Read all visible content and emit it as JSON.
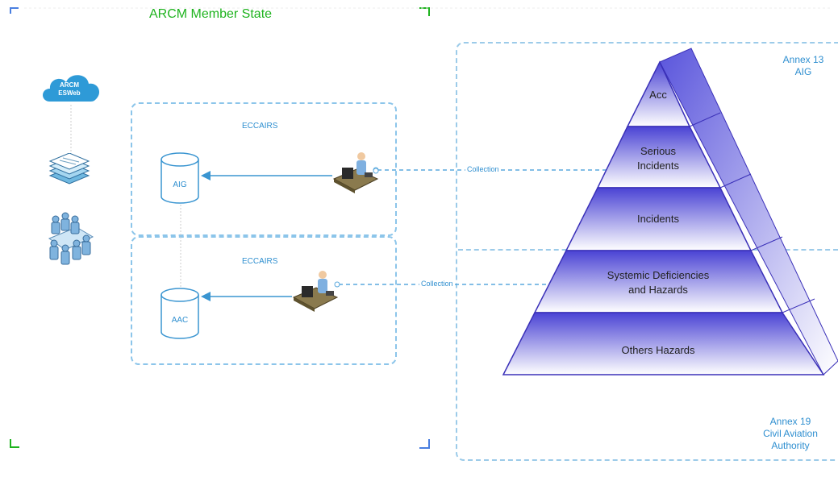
{
  "title": "ARCM Member State",
  "cloud": {
    "line1": "ARCM",
    "line2": "ESWeb"
  },
  "boxes": [
    {
      "label": "ECCAIRS",
      "db_label": "AIG"
    },
    {
      "label": "ECCAIRS",
      "db_label": "AAC"
    }
  ],
  "connections": [
    {
      "label": "Collection"
    },
    {
      "label": "Collection"
    }
  ],
  "pyramid": {
    "levels": [
      {
        "line1": "Acc",
        "line2": ""
      },
      {
        "line1": "Serious",
        "line2": "Incidents"
      },
      {
        "line1": "Incidents",
        "line2": ""
      },
      {
        "line1": "Systemic Deficiencies",
        "line2": "and Hazards"
      },
      {
        "line1": "Others Hazards",
        "line2": ""
      }
    ]
  },
  "annex13": {
    "line1": "Annex 13",
    "line2": "AIG"
  },
  "annex19": {
    "line1": "Annex 19",
    "line2": "Civil Aviation",
    "line3": "Authority"
  },
  "colors": {
    "title_green": "#1eb31e",
    "accent_blue": "#2f8fd0",
    "dash_blue": "#8cc5ea",
    "pyramid_blue": "#4b44d6"
  },
  "icons": [
    "cloud-icon",
    "documents-stack-icon",
    "meeting-group-icon",
    "database-icon",
    "workstation-icon"
  ]
}
